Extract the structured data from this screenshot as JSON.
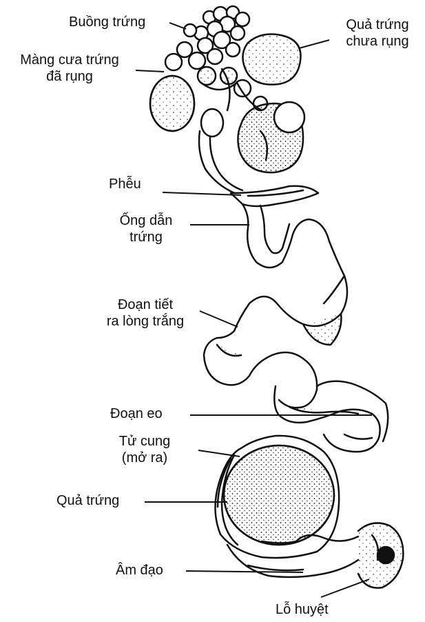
{
  "labels": {
    "ovary": "Buồng trứng",
    "ovulated_follicle_line1": "Màng cưa trứng",
    "ovulated_follicle_line2": "đã rụng",
    "unovulated_egg_line1": "Quả trứng",
    "unovulated_egg_line2": "chưa rụng",
    "funnel": "Phễu",
    "oviduct_line1": "Ống dẫn",
    "oviduct_line2": "trứng",
    "albumen_line1": "Đoạn tiết",
    "albumen_line2": "ra lòng trắng",
    "isthmus": "Đoạn eo",
    "uterus_line1": "Tử cung",
    "uterus_line2": "(mở ra)",
    "egg": "Quả trứng",
    "vagina": "Âm đạo",
    "cloaca": "Lỗ huyệt"
  },
  "colors": {
    "ink": "#111111",
    "background": "#ffffff"
  }
}
